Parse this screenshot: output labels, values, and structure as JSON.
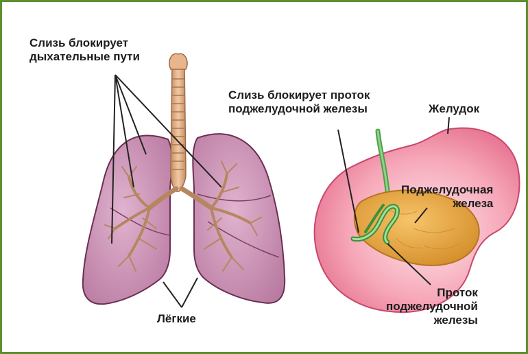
{
  "labels": {
    "airways": {
      "line1": "Слизь блокирует",
      "line2": "дыхательные пути"
    },
    "duct_block": {
      "line1": "Слизь блокирует проток",
      "line2": "поджелудочной железы"
    },
    "stomach": "Желудок",
    "pancreas": {
      "line1": "Поджелудочная",
      "line2": "железа"
    },
    "lungs": "Лёгкие",
    "duct": {
      "line1": "Проток",
      "line2": "поджелудочной",
      "line3": "железы"
    }
  },
  "colors": {
    "frame": "#5f8f2d",
    "lung_fill": "#c98fb2",
    "lung_outline": "#6a2f52",
    "trachea": "#d9a77f",
    "bronchi": "#b68660",
    "stomach_outer": "#e86f8f",
    "stomach_inner": "#f9c8d2",
    "pancreas": "#e7a943",
    "duct_green": "#55a84f",
    "leader_line": "#222222"
  }
}
